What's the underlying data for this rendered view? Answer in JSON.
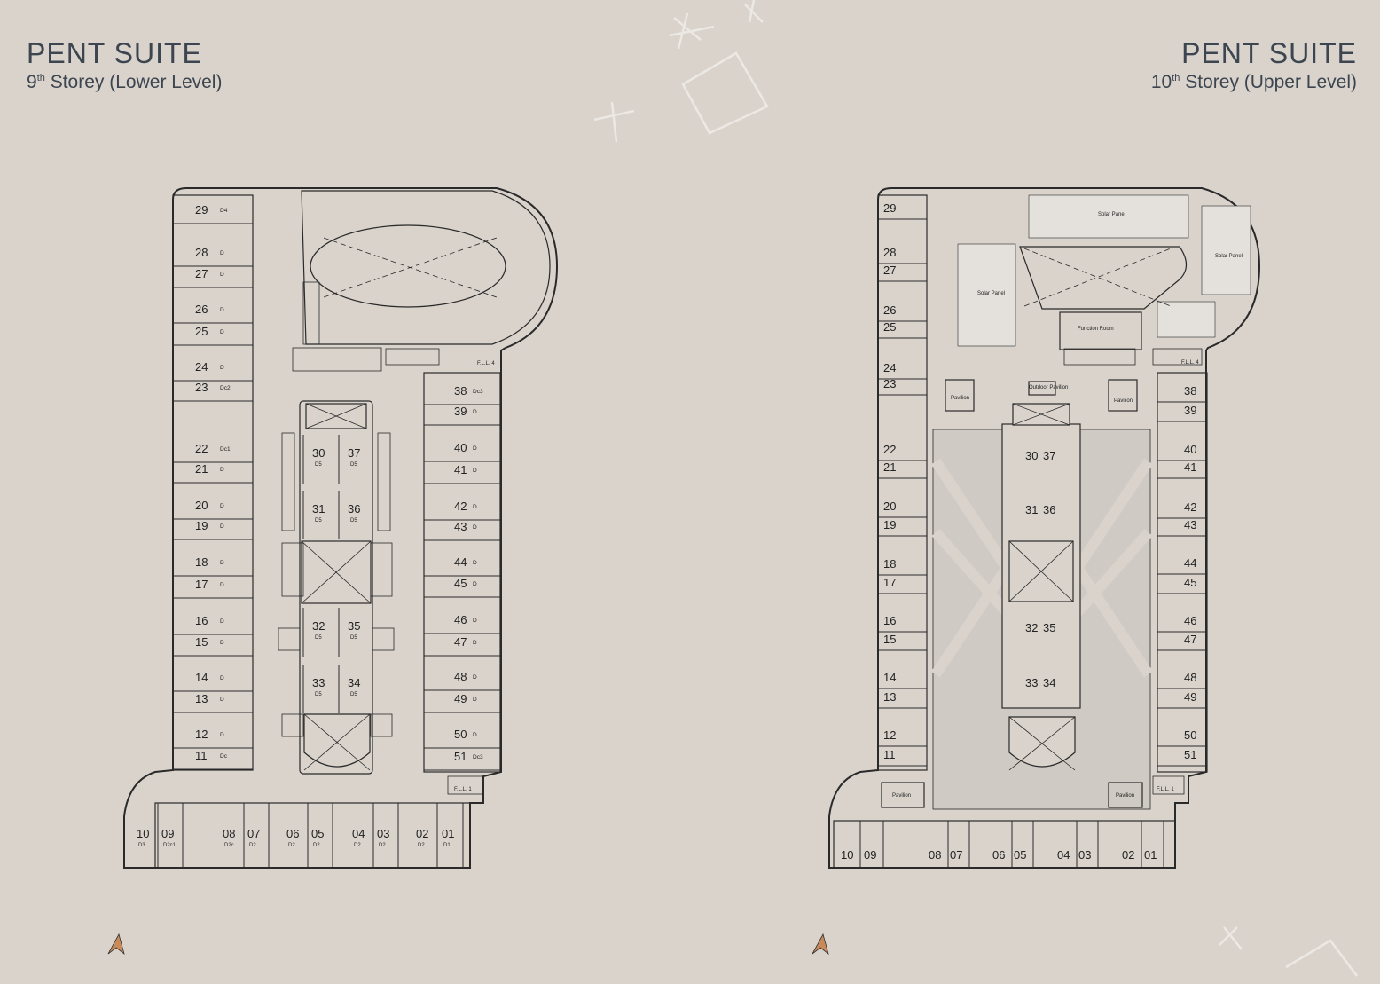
{
  "left_plan": {
    "title": "PENT SUITE",
    "storey_num": "9",
    "storey_sup": "th",
    "storey_text": "Storey (Lower Level)",
    "labels": {
      "fll4": "F.L.L. 4",
      "fll1": "F.L.L. 1"
    },
    "units_left": [
      {
        "n": "29",
        "t": "D4"
      },
      {
        "n": "28",
        "t": "D"
      },
      {
        "n": "27",
        "t": "D"
      },
      {
        "n": "26",
        "t": "D"
      },
      {
        "n": "25",
        "t": "D"
      },
      {
        "n": "24",
        "t": "D"
      },
      {
        "n": "23",
        "t": "Dc2"
      },
      {
        "n": "22",
        "t": "Dc1"
      },
      {
        "n": "21",
        "t": "D"
      },
      {
        "n": "20",
        "t": "D"
      },
      {
        "n": "19",
        "t": "D"
      },
      {
        "n": "18",
        "t": "D"
      },
      {
        "n": "17",
        "t": "D"
      },
      {
        "n": "16",
        "t": "D"
      },
      {
        "n": "15",
        "t": "D"
      },
      {
        "n": "14",
        "t": "D"
      },
      {
        "n": "13",
        "t": "D"
      },
      {
        "n": "12",
        "t": "D"
      },
      {
        "n": "11",
        "t": "Dc"
      }
    ],
    "units_right": [
      {
        "n": "38",
        "t": "Dc3"
      },
      {
        "n": "39",
        "t": "D"
      },
      {
        "n": "40",
        "t": "D"
      },
      {
        "n": "41",
        "t": "D"
      },
      {
        "n": "42",
        "t": "D"
      },
      {
        "n": "43",
        "t": "D"
      },
      {
        "n": "44",
        "t": "D"
      },
      {
        "n": "45",
        "t": "D"
      },
      {
        "n": "46",
        "t": "D"
      },
      {
        "n": "47",
        "t": "D"
      },
      {
        "n": "48",
        "t": "D"
      },
      {
        "n": "49",
        "t": "D"
      },
      {
        "n": "50",
        "t": "D"
      },
      {
        "n": "51",
        "t": "Dc3"
      }
    ],
    "units_center": [
      {
        "n": "30",
        "t": "D5"
      },
      {
        "n": "37",
        "t": "D5"
      },
      {
        "n": "31",
        "t": "D5"
      },
      {
        "n": "36",
        "t": "D5"
      },
      {
        "n": "32",
        "t": "D5"
      },
      {
        "n": "35",
        "t": "D5"
      },
      {
        "n": "33",
        "t": "D5"
      },
      {
        "n": "34",
        "t": "D5"
      }
    ],
    "units_bottom": [
      {
        "n": "10",
        "t": "D3"
      },
      {
        "n": "09",
        "t": "D2c1"
      },
      {
        "n": "08",
        "t": "D2c"
      },
      {
        "n": "07",
        "t": "D2"
      },
      {
        "n": "06",
        "t": "D2"
      },
      {
        "n": "05",
        "t": "D2"
      },
      {
        "n": "04",
        "t": "D2"
      },
      {
        "n": "03",
        "t": "D2"
      },
      {
        "n": "02",
        "t": "D2"
      },
      {
        "n": "01",
        "t": "D1"
      }
    ]
  },
  "right_plan": {
    "title": "PENT SUITE",
    "storey_num": "10",
    "storey_sup": "th",
    "storey_text": "Storey (Upper Level)",
    "labels": {
      "solar_panel": "Solar Panel",
      "function_room": "Function Room",
      "outdoor_pavilion": "Outdoor Pavilion",
      "pavilion": "Pavilion",
      "fll4": "F.L.L. 4",
      "fll1": "F.L.L. 1"
    },
    "units_left": [
      "29",
      "28",
      "27",
      "26",
      "25",
      "24",
      "23",
      "22",
      "21",
      "20",
      "19",
      "18",
      "17",
      "16",
      "15",
      "14",
      "13",
      "12",
      "11"
    ],
    "units_right": [
      "38",
      "39",
      "40",
      "41",
      "42",
      "43",
      "44",
      "45",
      "46",
      "47",
      "48",
      "49",
      "50",
      "51"
    ],
    "units_center": [
      "30",
      "37",
      "31",
      "36",
      "32",
      "35",
      "33",
      "34"
    ],
    "units_bottom": [
      "10",
      "09",
      "08",
      "07",
      "06",
      "05",
      "04",
      "03",
      "02",
      "01"
    ]
  },
  "colors": {
    "background": "#d9d3cc",
    "title": "#3c4550",
    "line": "#2a2a2a",
    "light_fill": "#cfcac4",
    "north_arrow": "#c98a5a"
  },
  "icons": [
    "north-arrow-icon",
    "decorative-cross-icon"
  ]
}
